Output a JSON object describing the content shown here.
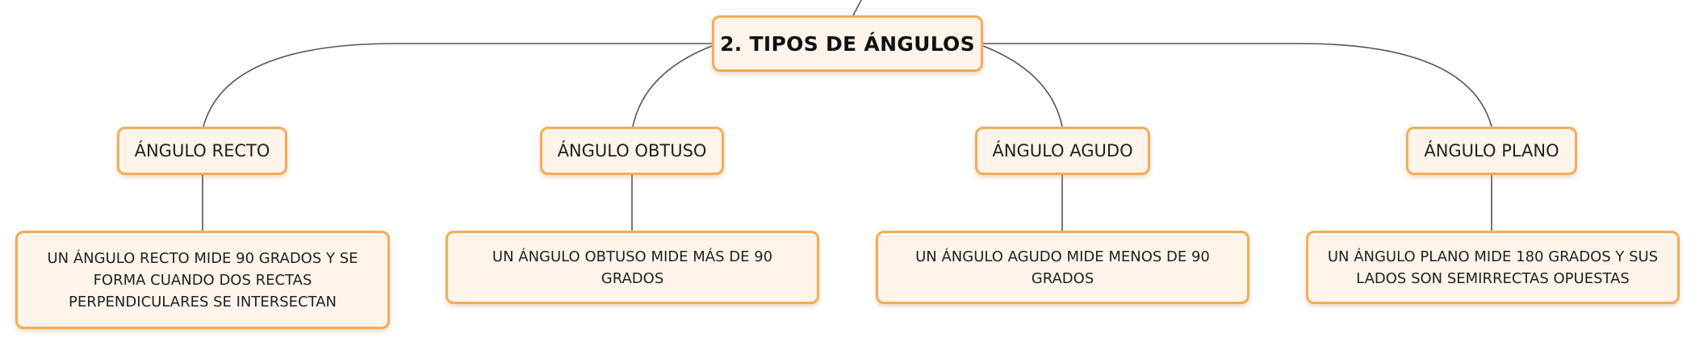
{
  "root": {
    "title": "2. TIPOS DE ÁNGULOS"
  },
  "categories": [
    {
      "title": "ÁNGULO RECTO",
      "description": "UN ÁNGULO RECTO MIDE 90 GRADOS Y SE FORMA CUANDO DOS RECTAS PERPENDICULARES SE INTERSECTAN"
    },
    {
      "title": "ÁNGULO OBTUSO",
      "description": "UN ÁNGULO OBTUSO MIDE MÁS DE 90 GRADOS"
    },
    {
      "title": "ÁNGULO AGUDO",
      "description": "UN ÁNGULO AGUDO MIDE MENOS DE 90 GRADOS"
    },
    {
      "title": "ÁNGULO PLANO",
      "description": "UN ÁNGULO PLANO MIDE 180 GRADOS Y SUS LADOS SON SEMIRRECTAS OPUESTAS"
    }
  ],
  "colors": {
    "node_fill": "#fef4ea",
    "node_border": "#f2ac5a",
    "connector": "#555555"
  }
}
